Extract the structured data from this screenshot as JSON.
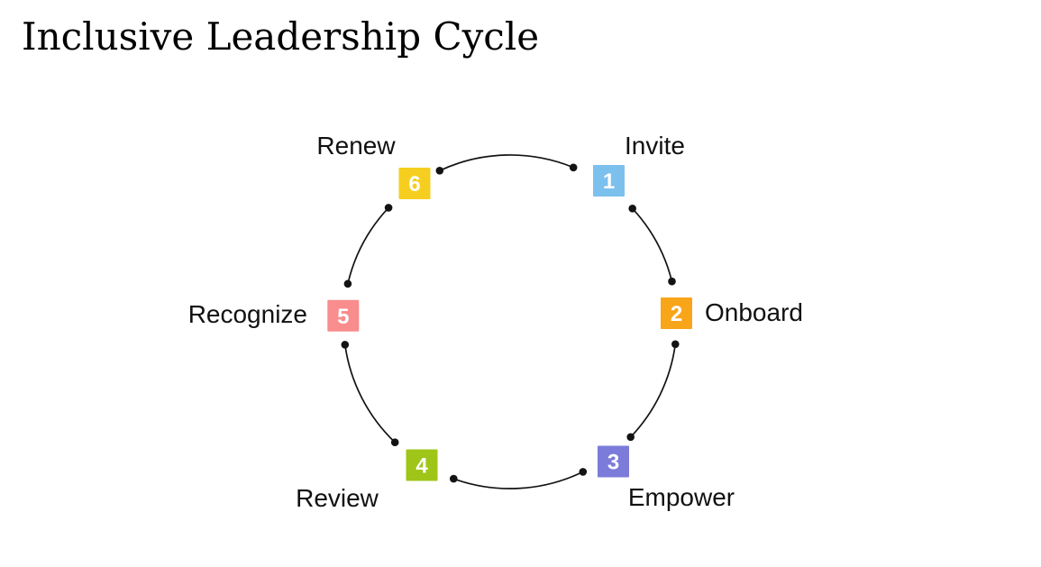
{
  "title": "Inclusive Leadership Cycle",
  "diagram": {
    "type": "cycle",
    "steps": [
      {
        "number": "1",
        "label": "Invite",
        "color": "#7cc0ee"
      },
      {
        "number": "2",
        "label": "Onboard",
        "color": "#f9a51a"
      },
      {
        "number": "3",
        "label": "Empower",
        "color": "#7b7cd9"
      },
      {
        "number": "4",
        "label": "Review",
        "color": "#9fc519"
      },
      {
        "number": "5",
        "label": "Recognize",
        "color": "#f98d8d"
      },
      {
        "number": "6",
        "label": "Renew",
        "color": "#f6ce1f"
      }
    ],
    "connector_color": "#131313",
    "label_color": "#111111",
    "number_color": "#ffffff"
  }
}
